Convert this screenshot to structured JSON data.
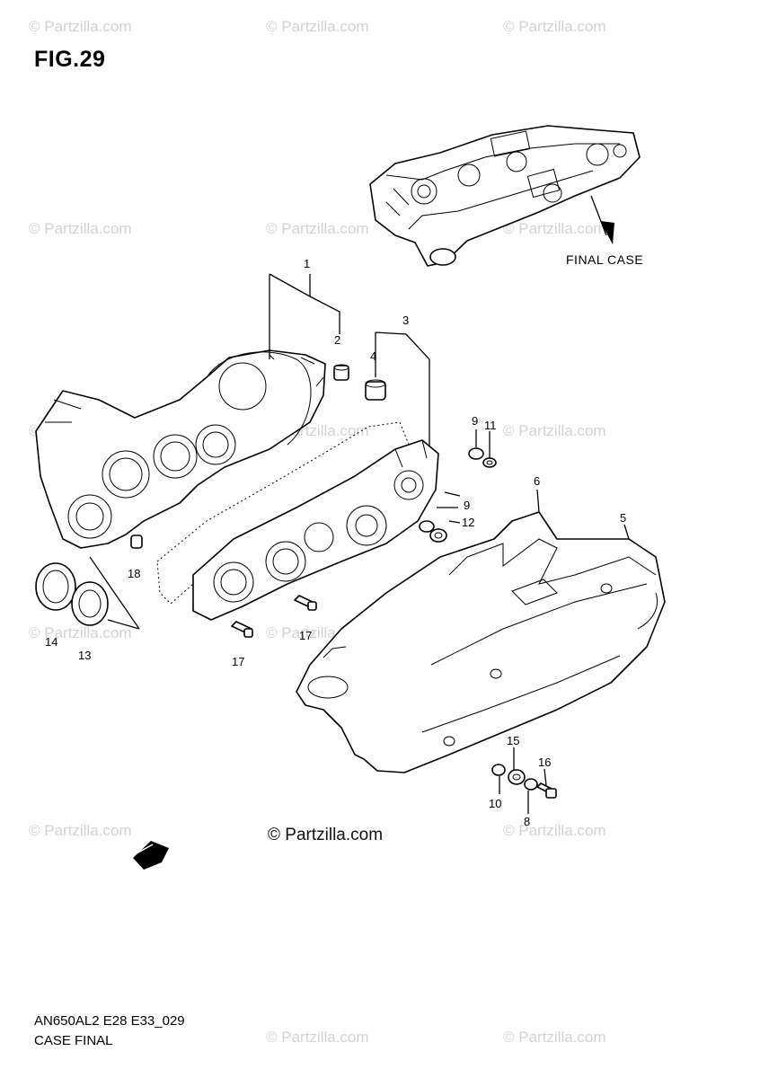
{
  "figure": {
    "title": "FIG.29",
    "copyright": "© Partzilla.com",
    "footer_code": "AN650AL2 E28 E33_029",
    "footer_name": "CASE FINAL"
  },
  "watermark_text": "© Partzilla.com",
  "inset_label": "FINAL CASE",
  "callouts": {
    "c1": "1",
    "c2": "2",
    "c3": "3",
    "c4": "4",
    "c5": "5",
    "c6": "6",
    "c9a": "9",
    "c11": "11",
    "c9b": "9",
    "c12": "12",
    "c18": "18",
    "c14": "14",
    "c13": "13",
    "c17a": "17",
    "c17b": "17",
    "c15": "15",
    "c16": "16",
    "c10": "10",
    "c8": "8"
  }
}
